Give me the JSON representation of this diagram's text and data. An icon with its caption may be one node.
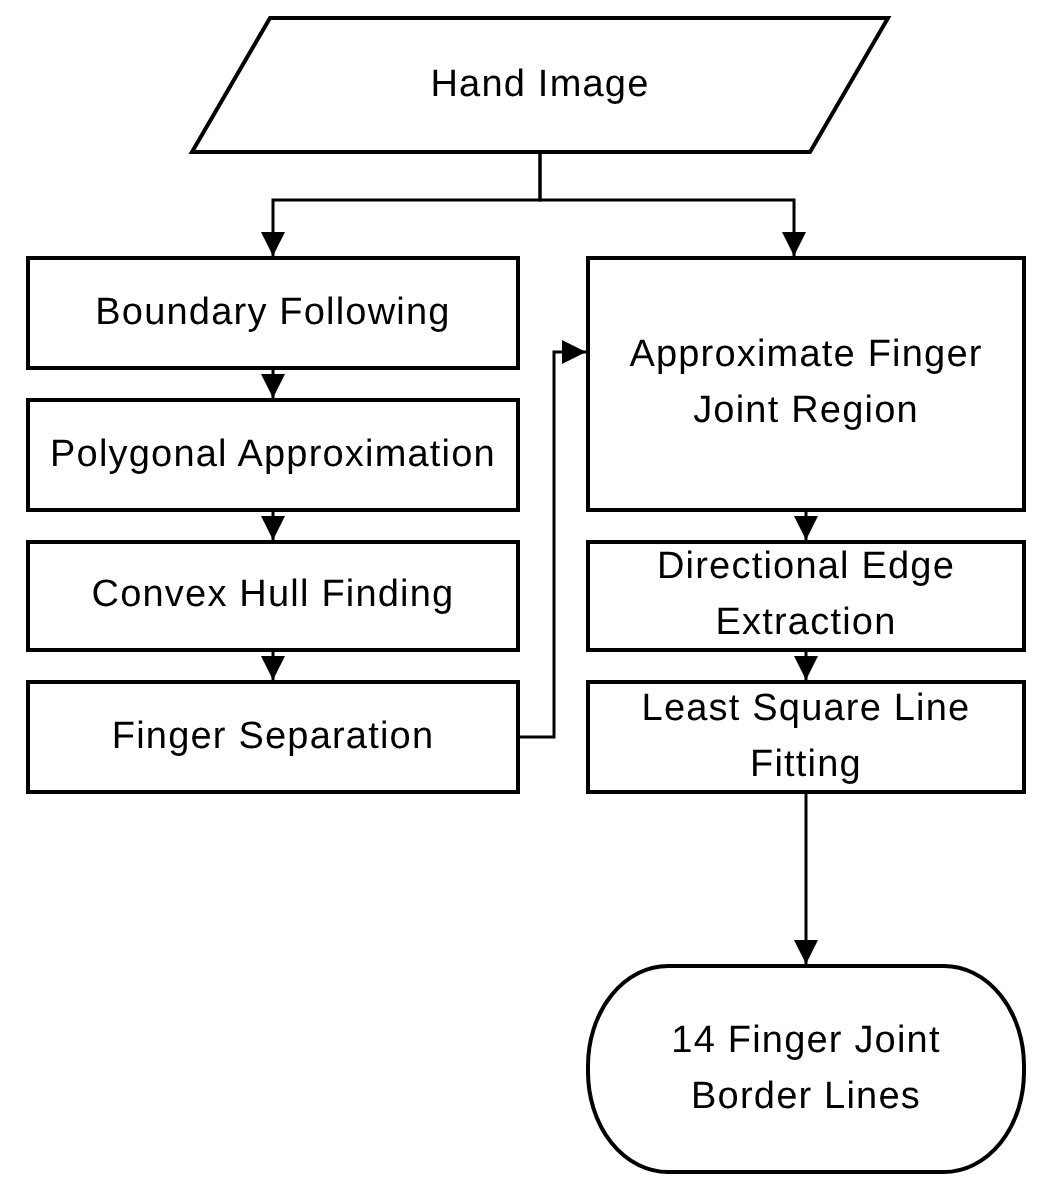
{
  "diagram": {
    "nodes": [
      {
        "text": [
          "Hand Image"
        ]
      },
      {
        "text": [
          "Boundary Following"
        ]
      },
      {
        "text": [
          "Polygonal Approximation"
        ]
      },
      {
        "text": [
          "Convex Hull Finding"
        ]
      },
      {
        "text": [
          "Finger Separation"
        ]
      },
      {
        "text": [
          "Approximate Finger Joint Region"
        ]
      },
      {
        "text": [
          "Directional Edge Extraction"
        ]
      },
      {
        "text": [
          "Least Square Line Fitting"
        ]
      },
      {
        "text": [
          "14 Finger Joint Border Lines"
        ]
      }
    ],
    "edges": [
      {
        "from": 0,
        "to": 1,
        "arrow": "to"
      },
      {
        "from": 0,
        "to": 5,
        "arrow": "to"
      },
      {
        "from": 1,
        "to": 2,
        "arrow": "to"
      },
      {
        "from": 2,
        "to": 3,
        "arrow": "to"
      },
      {
        "from": 3,
        "to": 4,
        "arrow": "to"
      },
      {
        "from": 4,
        "to": 5,
        "arrow": "to"
      },
      {
        "from": 5,
        "to": 6,
        "arrow": "to"
      },
      {
        "from": 6,
        "to": 7,
        "arrow": "to"
      },
      {
        "from": 7,
        "to": 8,
        "arrow": "to"
      }
    ]
  }
}
